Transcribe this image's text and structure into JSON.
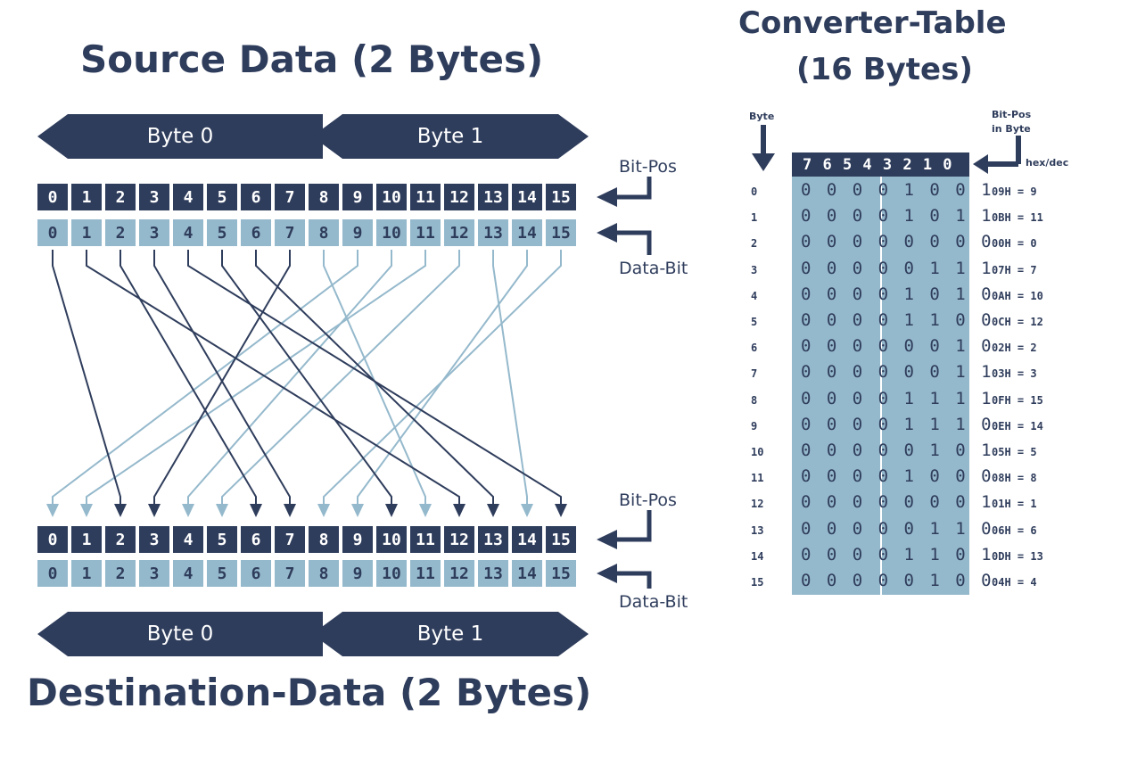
{
  "source": {
    "title": "Source Data (2 Bytes)",
    "byte0": "Byte 0",
    "byte1": "Byte 1",
    "bitpos_label": "Bit-Pos",
    "databit_label": "Data-Bit",
    "bitpos": [
      "0",
      "1",
      "2",
      "3",
      "4",
      "5",
      "6",
      "7",
      "8",
      "9",
      "10",
      "11",
      "12",
      "13",
      "14",
      "15"
    ],
    "databit": [
      "0",
      "1",
      "2",
      "3",
      "4",
      "5",
      "6",
      "7",
      "8",
      "9",
      "10",
      "11",
      "12",
      "13",
      "14",
      "15"
    ]
  },
  "destination": {
    "title": "Destination-Data (2 Bytes)",
    "byte0": "Byte 0",
    "byte1": "Byte 1",
    "bitpos_label": "Bit-Pos",
    "databit_label": "Data-Bit",
    "bitpos": [
      "0",
      "1",
      "2",
      "3",
      "4",
      "5",
      "6",
      "7",
      "8",
      "9",
      "10",
      "11",
      "12",
      "13",
      "14",
      "15"
    ],
    "databit": [
      "0",
      "1",
      "2",
      "3",
      "4",
      "5",
      "6",
      "7",
      "8",
      "9",
      "10",
      "11",
      "12",
      "13",
      "14",
      "15"
    ]
  },
  "mapping": [
    9,
    11,
    0,
    7,
    10,
    12,
    2,
    3,
    15,
    14,
    5,
    8,
    1,
    6,
    13,
    4
  ],
  "converter": {
    "title_line1": "Converter-Table",
    "title_line2": "(16 Bytes)",
    "byte_label": "Byte",
    "bitpos_label_line1": "Bit-Pos",
    "bitpos_label_line2": "in Byte",
    "hexdec_label": "hex/dec",
    "header_bits": "7 6 5 4 3 2 1 0",
    "rows": [
      {
        "idx": "0",
        "bits": "00001001",
        "hex": "09H = 9"
      },
      {
        "idx": "1",
        "bits": "00001011",
        "hex": "0BH = 11"
      },
      {
        "idx": "2",
        "bits": "00000000",
        "hex": "00H = 0"
      },
      {
        "idx": "3",
        "bits": "00000111",
        "hex": "07H = 7"
      },
      {
        "idx": "4",
        "bits": "00001010",
        "hex": "0AH = 10"
      },
      {
        "idx": "5",
        "bits": "00001100",
        "hex": "0CH = 12"
      },
      {
        "idx": "6",
        "bits": "00000010",
        "hex": "02H = 2"
      },
      {
        "idx": "7",
        "bits": "00000011",
        "hex": "03H = 3"
      },
      {
        "idx": "8",
        "bits": "00001111",
        "hex": "0FH = 15"
      },
      {
        "idx": "9",
        "bits": "00001110",
        "hex": "0EH = 14"
      },
      {
        "idx": "10",
        "bits": "00000101",
        "hex": "05H = 5"
      },
      {
        "idx": "11",
        "bits": "00001000",
        "hex": "08H = 8"
      },
      {
        "idx": "12",
        "bits": "00000001",
        "hex": "01H = 1"
      },
      {
        "idx": "13",
        "bits": "00000110",
        "hex": "06H = 6"
      },
      {
        "idx": "14",
        "bits": "00001101",
        "hex": "0DH = 13"
      },
      {
        "idx": "15",
        "bits": "00000100",
        "hex": "04H = 4"
      }
    ]
  },
  "colors": {
    "dark": "#2f3d5c",
    "light": "#95b9cc",
    "background": "#ffffff"
  }
}
